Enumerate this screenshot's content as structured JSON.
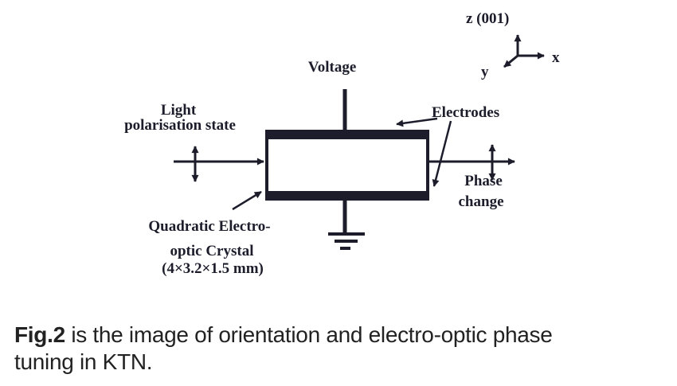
{
  "diagram": {
    "ink_color": "#1c1c2b",
    "labels": {
      "voltage": "Voltage",
      "electrodes": "Electrodes",
      "light_line1": "Light",
      "light_line2": "polarisation state",
      "phase_line1": "Phase",
      "phase_line2": "change",
      "crystal_line1": "Quadratic Electro-",
      "crystal_line2": "optic Crystal",
      "crystal_line3": "(4×3.2×1.5 mm)",
      "axis_z": "z (001)",
      "axis_x": "x",
      "axis_y": "y"
    }
  },
  "caption": {
    "fig_label": "Fig.2",
    "line1_rest": " is the image of orientation and electro-optic phase",
    "line2": "tuning in KTN."
  }
}
